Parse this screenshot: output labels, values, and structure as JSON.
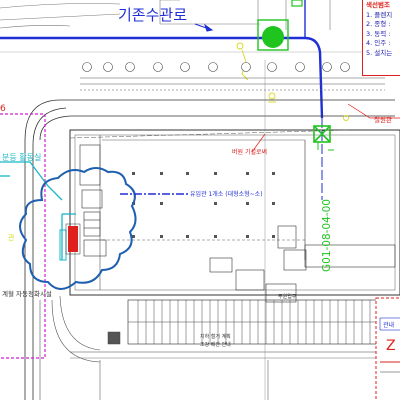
{
  "labels": {
    "existing_pipe": "기존수관로",
    "section_code": "G01-08-04-00",
    "cut_pipe": "버원 기설로써",
    "inflow_pipe": "유입관 1개소 (대형소형~소)",
    "pump_inlet": "무원입구",
    "left_sign": "분등 활동실",
    "left_bottom": "계혈 자동정화시설",
    "left_number": "6",
    "small_pipe": "관",
    "bottom_label_1": "지하 철거 계획",
    "bottom_label_2": "조강 배관 안내",
    "right_mid_label": "철원관",
    "right_bottom_box": "관내",
    "right_bottom_box2": "Z"
  },
  "notes": {
    "title": "색선범조",
    "items": [
      "1. 플렌지",
      "2. 종형 :",
      "3. 동력 :",
      "4. 인주 :",
      "5. 설치는"
    ]
  },
  "colors": {
    "main_pipe": "#1f2fd6",
    "building": "#333333",
    "red": "#e0201c",
    "green": "#1fc41f",
    "magenta": "#d21ed2",
    "cyan": "#17b6c8",
    "yellow": "#d8d81a",
    "cloud": "#1f5fb0"
  }
}
